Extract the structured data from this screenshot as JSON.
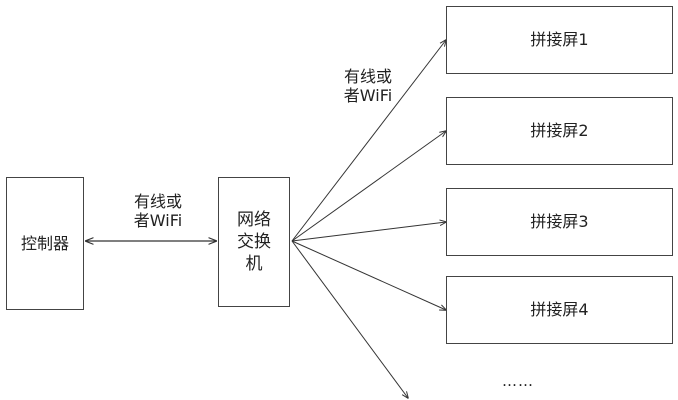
{
  "nodes": {
    "controller": "控制器",
    "switch_lines": [
      "网络",
      "交换",
      "机"
    ],
    "screens": [
      "拼接屏1",
      "拼接屏2",
      "拼接屏3",
      "拼接屏4"
    ],
    "ellipsis": "……"
  },
  "edge_labels": {
    "controller_switch": [
      "有线或",
      "者WiFi"
    ],
    "switch_screens": [
      "有线或",
      "者WiFi"
    ]
  }
}
